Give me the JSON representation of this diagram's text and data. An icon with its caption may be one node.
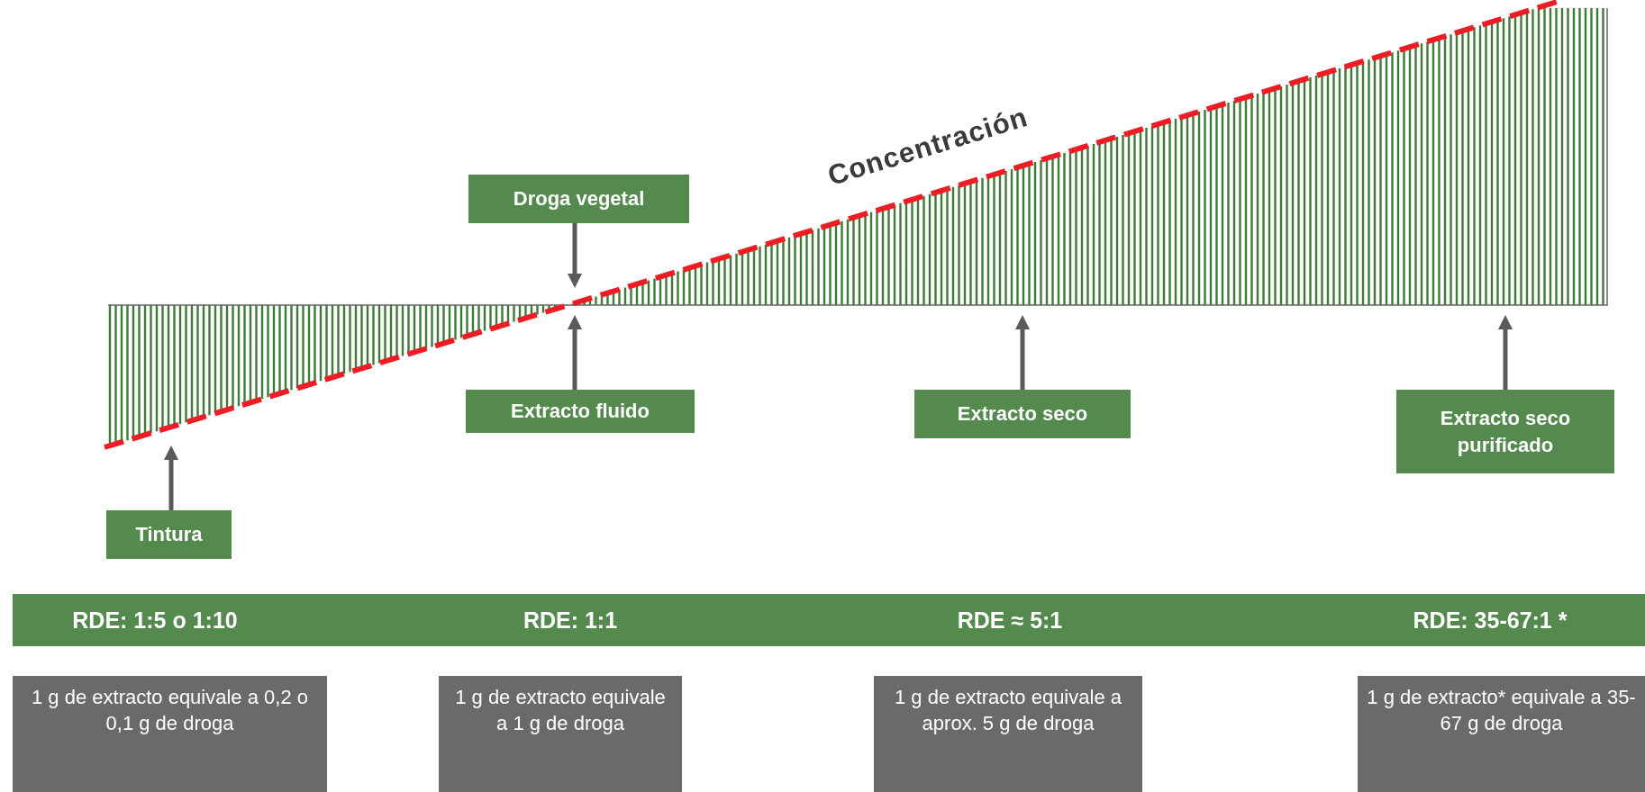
{
  "diagram": {
    "nodes": [
      {
        "text": [
          "Droga vegetal"
        ]
      },
      {
        "text": [
          "Extracto fluido"
        ]
      },
      {
        "text": [
          "Extracto seco"
        ]
      },
      {
        "text": [
          "Extracto seco purificado"
        ]
      },
      {
        "text": [
          "Tintura"
        ]
      },
      {
        "text": [
          "RDE: 1:5 o 1:10",
          "RDE: 1:1",
          "RDE ≈ 5:1",
          "RDE: 35-67:1 *"
        ]
      },
      {
        "text": [
          "1 g de extracto equivale a 0,2 o 0,1 g de droga"
        ]
      },
      {
        "text": [
          "1 g de extracto equivale a 1 g de droga"
        ]
      },
      {
        "text": [
          "1 g de extracto equivale a aprox. 5 g de droga"
        ]
      },
      {
        "text": [
          "1 g de extracto* equivale a 35-67 g de droga"
        ]
      }
    ],
    "edges": [
      {
        "from": 0,
        "to": null,
        "arrow": "to"
      },
      {
        "from": 1,
        "to": null,
        "arrow": "to"
      },
      {
        "from": 2,
        "to": null,
        "arrow": "to"
      },
      {
        "from": 3,
        "to": null,
        "arrow": "to"
      },
      {
        "from": 4,
        "to": null,
        "arrow": "to"
      }
    ],
    "labels": [
      "Concentración"
    ]
  }
}
